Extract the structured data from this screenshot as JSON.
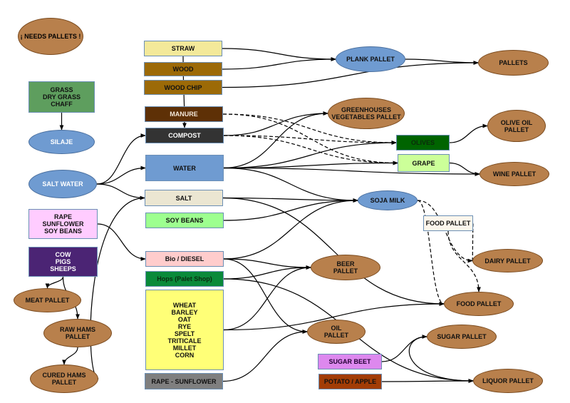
{
  "title": "Farm production chain diagram",
  "colors": {
    "pallet_ellipse": "#b8804c",
    "process_ellipse": "#6f9bd1",
    "edge": "#000000"
  },
  "nodes": {
    "needs_pallets": {
      "label": "¡ NEEDS PALLETS !",
      "shape": "ellipse",
      "fill": "#b8804c",
      "text": "#000000"
    },
    "grass": {
      "label": "GRASS\nDRY GRASS\nCHAFF",
      "shape": "rect",
      "fill": "#5e9e5e",
      "text": "#111111"
    },
    "silaje": {
      "label": "SILAJE",
      "shape": "ellipse",
      "fill": "#6f9bd1",
      "text": "#ffffff"
    },
    "salt_water": {
      "label": "SALT WATER",
      "shape": "ellipse",
      "fill": "#6f9bd1",
      "text": "#ffffff"
    },
    "rape_sunflower_soy": {
      "label": "RAPE\nSUNFLOWER\nSOY BEANS",
      "shape": "rect",
      "fill": "#ffccff",
      "text": "#111111"
    },
    "cow_pigs_sheeps": {
      "label": "COW\nPIGS\nSHEEPS",
      "shape": "rect",
      "fill": "#4b2474",
      "text": "#ffffff"
    },
    "meat_pallet": {
      "label": "MEAT PALLET",
      "shape": "ellipse",
      "fill": "#b8804c",
      "text": "#111111"
    },
    "raw_hams_pallet": {
      "label": "RAW HAMS\nPALLET",
      "shape": "ellipse",
      "fill": "#b8804c",
      "text": "#111111"
    },
    "cured_hams_pallet": {
      "label": "CURED HAMS\nPALLET",
      "shape": "ellipse",
      "fill": "#b8804c",
      "text": "#111111"
    },
    "straw": {
      "label": "STRAW",
      "shape": "rect",
      "fill": "#f3e99a",
      "text": "#111111"
    },
    "wood": {
      "label": "WOOD",
      "shape": "rect",
      "fill": "#9c6a07",
      "text": "#111111"
    },
    "wood_chip": {
      "label": "WOOD CHIP",
      "shape": "rect",
      "fill": "#9c6a07",
      "text": "#111111"
    },
    "manure": {
      "label": "MANURE",
      "shape": "rect",
      "fill": "#5e3006",
      "text": "#f2e6d8"
    },
    "compost": {
      "label": "COMPOST",
      "shape": "rect",
      "fill": "#333333",
      "text": "#ffffff"
    },
    "water": {
      "label": "WATER",
      "shape": "rect",
      "fill": "#6f9bd1",
      "text": "#111111"
    },
    "salt": {
      "label": "SALT",
      "shape": "rect",
      "fill": "#ebe6d2",
      "text": "#111111"
    },
    "soy_beans": {
      "label": "SOY BEANS",
      "shape": "rect",
      "fill": "#9dff8f",
      "text": "#111111"
    },
    "bio_diesel": {
      "label": "Bio / DIESEL",
      "shape": "rect",
      "fill": "#ffcccc",
      "text": "#111111"
    },
    "hops": {
      "label": "Hops (Palet Shop)",
      "shape": "rect",
      "fill": "#0a8a3a",
      "text": "#0a2a10"
    },
    "grains": {
      "label": "WHEAT\nBARLEY\nOAT\nRYE\nSPELT\nTRITICALE\nMILLET\nCORN",
      "shape": "rect",
      "fill": "#ffff77",
      "text": "#111111"
    },
    "rape_sunflower": {
      "label": "RAPE - SUNFLOWER",
      "shape": "rect",
      "fill": "#7f7f7f",
      "text": "#111111"
    },
    "plank_pallet": {
      "label": "PLANK PALLET",
      "shape": "ellipse",
      "fill": "#6f9bd1",
      "text": "#111111"
    },
    "pallets": {
      "label": "PALLETS",
      "shape": "ellipse",
      "fill": "#b8804c",
      "text": "#111111"
    },
    "greenhouses": {
      "label": "GREENHOUSES\nVEGETABLES PALLET",
      "shape": "ellipse",
      "fill": "#b8804c",
      "text": "#111111"
    },
    "olives": {
      "label": "OLIVES",
      "shape": "rect",
      "fill": "#006400",
      "text": "#0b2a0b"
    },
    "grape": {
      "label": "GRAPE",
      "shape": "rect",
      "fill": "#ccff99",
      "text": "#111111"
    },
    "olive_oil_pallet": {
      "label": "OLIVE OIL\nPALLET",
      "shape": "ellipse",
      "fill": "#b8804c",
      "text": "#111111"
    },
    "wine_pallet": {
      "label": "WINE PALLET",
      "shape": "ellipse",
      "fill": "#b8804c",
      "text": "#111111"
    },
    "soja_milk": {
      "label": "SOJA MILK",
      "shape": "ellipse",
      "fill": "#6f9bd1",
      "text": "#111111"
    },
    "food_pallet_box": {
      "label": "FOOD PALLET",
      "shape": "rect",
      "fill": "#fdf6ec",
      "text": "#111111"
    },
    "dairy_pallet": {
      "label": "DAIRY PALLET",
      "shape": "ellipse",
      "fill": "#b8804c",
      "text": "#111111"
    },
    "beer_pallet": {
      "label": "BEER\nPALLET",
      "shape": "ellipse",
      "fill": "#b8804c",
      "text": "#111111"
    },
    "food_pallet": {
      "label": "FOOD PALLET",
      "shape": "ellipse",
      "fill": "#b8804c",
      "text": "#111111"
    },
    "oil_pallet": {
      "label": "OIL\nPALLET",
      "shape": "ellipse",
      "fill": "#b8804c",
      "text": "#111111"
    },
    "sugar_pallet": {
      "label": "SUGAR PALLET",
      "shape": "ellipse",
      "fill": "#b8804c",
      "text": "#111111"
    },
    "sugar_beet": {
      "label": "SUGAR BEET",
      "shape": "rect",
      "fill": "#dd88ee",
      "text": "#220033"
    },
    "potato_apple": {
      "label": "POTATO / APPLE",
      "shape": "rect",
      "fill": "#a23c06",
      "text": "#111111"
    },
    "liquor_pallet": {
      "label": "LIQUOR PALLET",
      "shape": "ellipse",
      "fill": "#b8804c",
      "text": "#111111"
    }
  },
  "edges": [
    {
      "from": "grass",
      "to": "silaje",
      "style": "solid"
    },
    {
      "from": "straw",
      "to": "compost",
      "style": "solid"
    },
    {
      "from": "straw",
      "to": "plank_pallet",
      "style": "solid"
    },
    {
      "from": "wood",
      "to": "plank_pallet",
      "style": "solid"
    },
    {
      "from": "plank_pallet",
      "to": "pallets",
      "style": "solid"
    },
    {
      "from": "wood_chip",
      "to": "pallets",
      "style": "solid"
    },
    {
      "from": "manure",
      "to": "olives",
      "style": "dashed"
    },
    {
      "from": "manure",
      "to": "grape",
      "style": "dashed"
    },
    {
      "from": "compost",
      "to": "greenhouses",
      "style": "solid"
    },
    {
      "from": "compost",
      "to": "olives",
      "style": "dashed"
    },
    {
      "from": "compost",
      "to": "grape",
      "style": "dashed"
    },
    {
      "from": "salt_water",
      "to": "compost",
      "style": "solid"
    },
    {
      "from": "salt_water",
      "to": "water",
      "style": "solid"
    },
    {
      "from": "salt_water",
      "to": "salt",
      "style": "solid"
    },
    {
      "from": "water",
      "to": "greenhouses",
      "style": "solid"
    },
    {
      "from": "water",
      "to": "olives",
      "style": "solid"
    },
    {
      "from": "water",
      "to": "grape",
      "style": "solid"
    },
    {
      "from": "water",
      "to": "wine_pallet",
      "style": "solid"
    },
    {
      "from": "water",
      "to": "soja_milk",
      "style": "solid"
    },
    {
      "from": "olives",
      "to": "olive_oil_pallet",
      "style": "solid"
    },
    {
      "from": "grape",
      "to": "wine_pallet",
      "style": "solid"
    },
    {
      "from": "salt",
      "to": "soja_milk",
      "style": "solid"
    },
    {
      "from": "salt",
      "to": "food_pallet",
      "style": "solid"
    },
    {
      "from": "soy_beans",
      "to": "soja_milk",
      "style": "solid"
    },
    {
      "from": "bio_diesel",
      "to": "soja_milk",
      "style": "solid"
    },
    {
      "from": "soja_milk",
      "to": "dairy_pallet",
      "style": "dashed"
    },
    {
      "from": "soja_milk",
      "to": "food_pallet",
      "style": "dashed"
    },
    {
      "from": "food_pallet_box",
      "to": "dairy_pallet",
      "style": "dashed"
    },
    {
      "from": "food_pallet_box",
      "to": "food_pallet",
      "style": "dashed"
    },
    {
      "from": "rape_sunflower_soy",
      "to": "bio_diesel",
      "style": "solid"
    },
    {
      "from": "bio_diesel",
      "to": "beer_pallet",
      "style": "solid"
    },
    {
      "from": "bio_diesel",
      "to": "oil_pallet",
      "style": "solid"
    },
    {
      "from": "hops",
      "to": "beer_pallet",
      "style": "solid"
    },
    {
      "from": "hops",
      "to": "liquor_pallet",
      "style": "solid"
    },
    {
      "from": "grains",
      "to": "beer_pallet",
      "style": "solid"
    },
    {
      "from": "grains",
      "to": "food_pallet",
      "style": "solid"
    },
    {
      "from": "rape_sunflower",
      "to": "oil_pallet",
      "style": "solid"
    },
    {
      "from": "sugar_beet",
      "to": "sugar_pallet",
      "style": "solid"
    },
    {
      "from": "sugar_pallet",
      "to": "liquor_pallet",
      "style": "solid"
    },
    {
      "from": "potato_apple",
      "to": "liquor_pallet",
      "style": "solid"
    },
    {
      "from": "cow_pigs_sheeps",
      "to": "meat_pallet",
      "style": "solid"
    },
    {
      "from": "cow_pigs_sheeps",
      "to": "raw_hams_pallet",
      "style": "solid"
    },
    {
      "from": "raw_hams_pallet",
      "to": "cured_hams_pallet",
      "style": "solid"
    },
    {
      "from": "salt",
      "to": "cured_hams_pallet",
      "style": "solid"
    }
  ]
}
